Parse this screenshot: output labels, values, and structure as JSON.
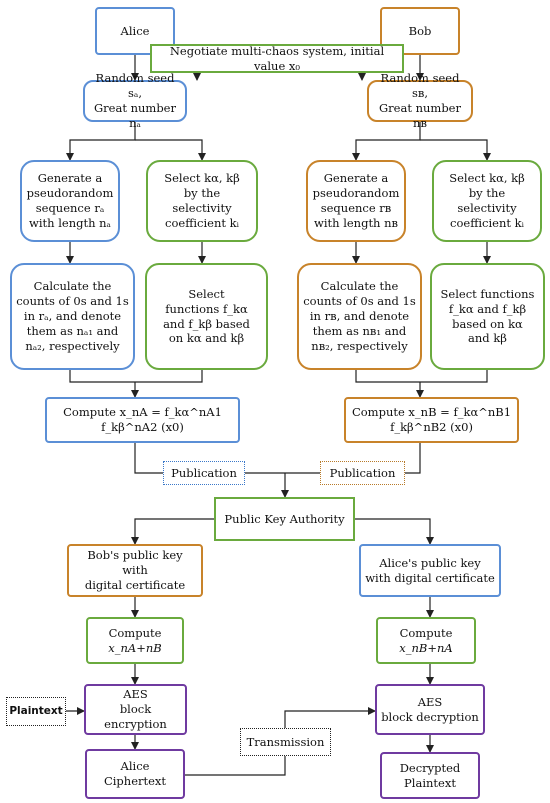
{
  "alice": "Alice",
  "bob": "Bob",
  "negotiate": "Negotiate multi-chaos system, initial value x₀",
  "seedA": [
    "Random seed sₐ,",
    "Great number nₐ"
  ],
  "seedB": [
    "Random seed sʙ,",
    "Great number nʙ"
  ],
  "genA": [
    "Generate a",
    "pseudorandom",
    "sequence rₐ",
    "with length nₐ"
  ],
  "genB": [
    "Generate a",
    "pseudorandom",
    "sequence rʙ",
    "with length nʙ"
  ],
  "selA": [
    "Select kα, kβ",
    "by the",
    "selectivity",
    "coefficient kᵢ"
  ],
  "selB": [
    "Select kα, kβ",
    "by the",
    "selectivity",
    "coefficient kᵢ"
  ],
  "calcA": [
    "Calculate the",
    "counts of 0s and 1s",
    "in rₐ, and denote",
    "them as nₐ₁ and",
    "nₐ₂, respectively"
  ],
  "calcB": [
    "Calculate the",
    "counts of 0s and 1s",
    "in rʙ, and denote",
    "them as nʙ₁ and",
    "nʙ₂, respectively"
  ],
  "funcA": [
    "Select",
    "functions f_kα",
    "and f_kβ based",
    "on kα and kβ"
  ],
  "funcB": [
    "Select functions",
    "f_kα and f_kβ",
    "based on kα",
    "and kβ"
  ],
  "computeA": "Compute x_nA = f_kα^nA1 f_kβ^nA2 (x0)",
  "computeB": "Compute x_nB = f_kα^nB1 f_kβ^nB2 (x0)",
  "publication": "Publication",
  "pka": "Public Key Authority",
  "bobKey": [
    "Bob's public key with",
    "digital certificate"
  ],
  "aliceKey": [
    "Alice's public key",
    "with digital certificate"
  ],
  "computeAB": [
    "Compute",
    "x_nA+nB"
  ],
  "computeBA": [
    "Compute",
    "x_nB+nA"
  ],
  "plaintextIn": "Plaintext",
  "aesEnc": [
    "AES",
    "block encryption"
  ],
  "aesDec": [
    "AES",
    "block decryption"
  ],
  "transmission": "Transmission",
  "aliceCipher": [
    "Alice",
    "Ciphertext"
  ],
  "decrypted": [
    "Decrypted",
    "Plaintext"
  ]
}
